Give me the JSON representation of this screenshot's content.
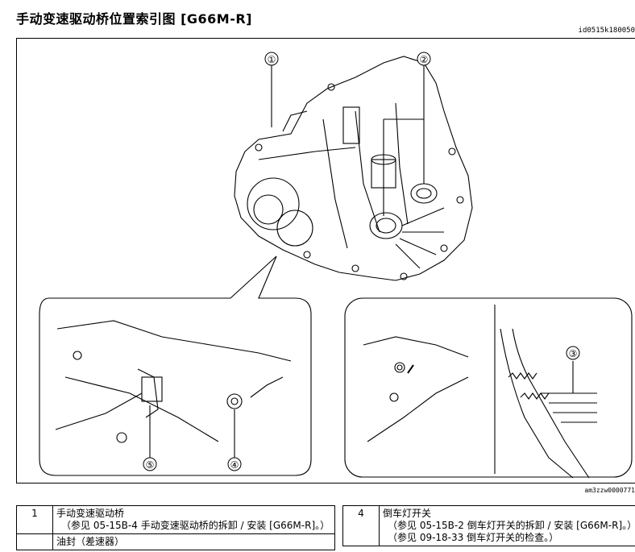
{
  "page": {
    "title": "手动变速驱动桥位置索引图 [G66M-R]",
    "doc_id": "id0515k180050",
    "figure_id": "am3zzw0000771"
  },
  "figure": {
    "callouts": [
      "①",
      "②",
      "③",
      "④",
      "⑤"
    ]
  },
  "parts": {
    "left": [
      {
        "num": "1",
        "name": "手动变速驱动桥",
        "note": "（参见 05-15B-4 手动变速驱动桥的拆卸 / 安装 [G66M-R]。）"
      },
      {
        "num": "",
        "name": "油封（差速器）",
        "note": ""
      }
    ],
    "right": [
      {
        "num": "4",
        "name": "倒车灯开关",
        "note": "（参见 05-15B-2 倒车灯开关的拆卸 / 安装 [G66M-R]。）"
      },
      {
        "num": "",
        "name": "",
        "note": "（参见 09-18-33 倒车灯开关的检查。）"
      }
    ]
  }
}
